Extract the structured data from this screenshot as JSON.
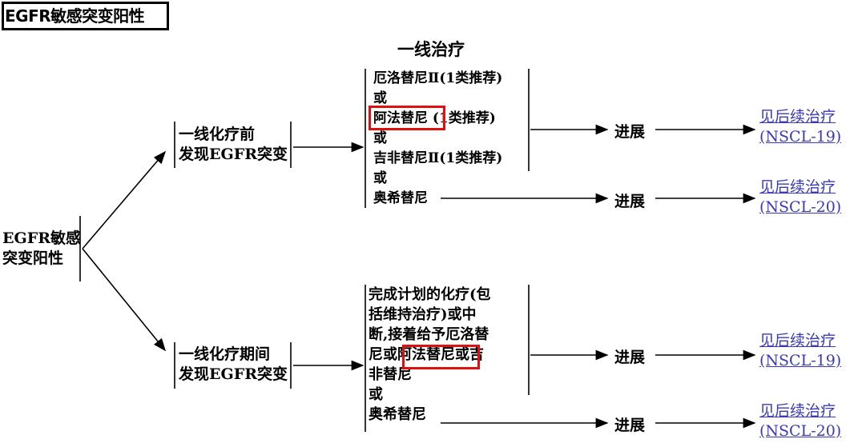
{
  "title": "EGFR敏感突变阳性",
  "column_header": "一线治疗",
  "root": {
    "line1": "EGFR敏感",
    "line2": "突变阳性"
  },
  "branches": [
    {
      "line1": "一线化疗前",
      "line2": "发现EGFR突变"
    },
    {
      "line1": "一线化疗期间",
      "line2": "发现EGFR突变"
    }
  ],
  "top_options": {
    "erlotinib": "厄洛替尼",
    "afatinib": "阿法替尼",
    "gefitinib": "吉非替尼",
    "osimertinib": "奥希替尼",
    "rec": "(1类推荐)",
    "mark": "Ⅱ",
    "or": "或"
  },
  "bottom_options": {
    "text_l1": "完成计划的化疗(包",
    "text_l2": "括维持治疗)或中",
    "text_l3": "断,接着给予厄洛替",
    "text_l4_pre": "尼或",
    "text_l4_hl": "阿法替尼",
    "text_l4_post": "或吉",
    "text_l5": "非替尼",
    "or": "或",
    "osimertinib": "奥希替尼"
  },
  "progress": "进展",
  "links": [
    {
      "line1": "见后续治疗",
      "line2": "(NSCL-19)"
    },
    {
      "line1": "见后续治疗",
      "line2": "(NSCL-20)"
    },
    {
      "line1": "见后续治疗",
      "line2": "(NSCL-19)"
    },
    {
      "line1": "见后续治疗",
      "line2": "(NSCL-20)"
    }
  ],
  "colors": {
    "highlight": "#e01010",
    "link": "#3a3ab8"
  }
}
